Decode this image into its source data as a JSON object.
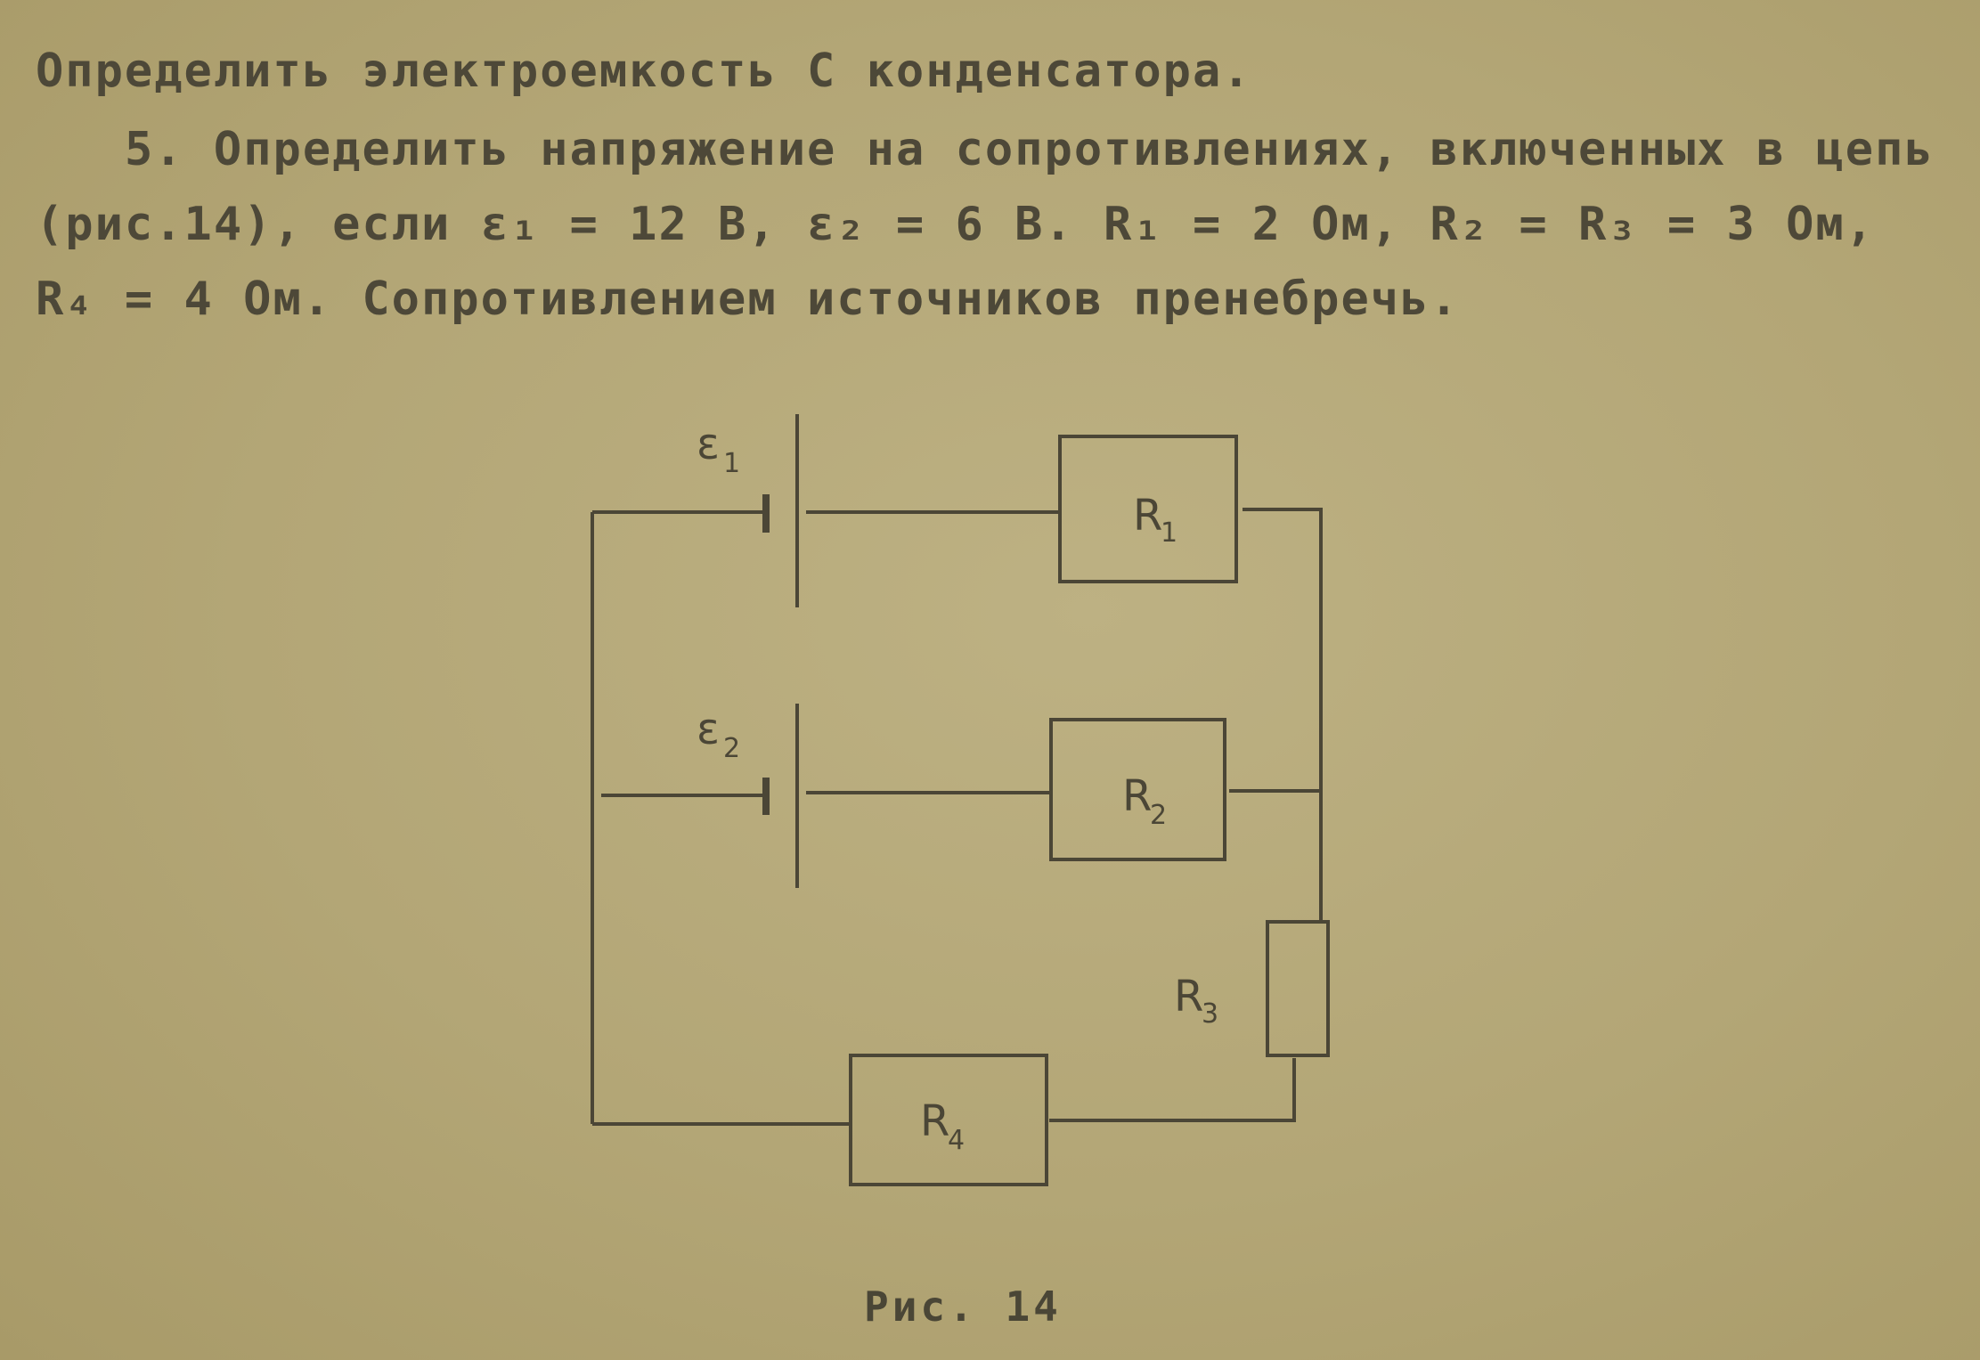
{
  "text": {
    "line1": "Определить электроемкость C конденсатора.",
    "line2": "5. Определить напряжение на сопротивлениях, включенных в цепь",
    "line3": "(рис.14), если ε₁ = 12 В, ε₂ = 6 В. R₁ = 2 Ом, R₂ = R₃ = 3 Ом,",
    "line4": "R₄ = 4 Ом. Сопротивлением источников пренебречь."
  },
  "figure": {
    "e1_label": "ε",
    "e1_sub": "1",
    "e2_label": "ε",
    "e2_sub": "2",
    "r1_label": "R",
    "r1_sub": "1",
    "r2_label": "R",
    "r2_sub": "2",
    "r3_label": "R",
    "r3_sub": "3",
    "r4_label": "R",
    "r4_sub": "4",
    "caption": "Рис. 14"
  }
}
